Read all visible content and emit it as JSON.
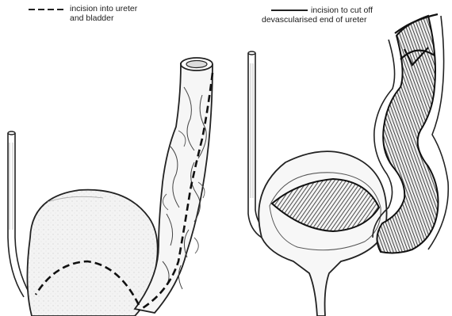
{
  "legend": {
    "dashed_line_1": "incision into ureter",
    "dashed_line_2": "and bladder",
    "solid_line_1": "incision to cut off",
    "solid_line_2": "devascularised end of ureter"
  }
}
